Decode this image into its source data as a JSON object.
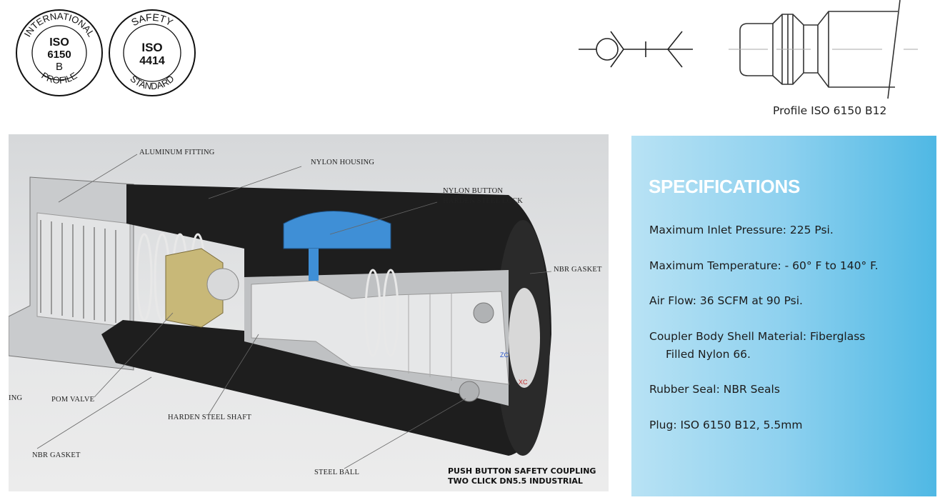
{
  "stamps": [
    {
      "ring_top": "INTERNATIONAL",
      "ring_bottom": "PROFILE",
      "center": [
        "ISO",
        "6150",
        "B"
      ]
    },
    {
      "ring_top": "SAFETY",
      "ring_bottom": "STANDARD",
      "center": [
        "ISO",
        "4414"
      ]
    }
  ],
  "profile": {
    "caption": "Profile ISO 6150 B12"
  },
  "cutaway": {
    "labels": {
      "aluminum_fitting": "ALUMINUM FITTING",
      "nylon_housing": "NYLON HOUSING",
      "nylon_button": "NYLON BUTTON",
      "harden_steel_lock": "HARDEN STEEL LOCK",
      "nbr_gasket_right": "NBR GASKET",
      "ing": "ING",
      "pom_valve": "POM VALVE",
      "harden_steel_shaft": "HARDEN STEEL SHAFT",
      "nbr_gasket_left": "NBR GASKET",
      "steel_ball": "STEEL BALL"
    },
    "caption_line1": "PUSH BUTTON SAFETY COUPLING",
    "caption_line2": "TWO CLICK DN5.5 INDUSTRIAL",
    "colors": {
      "housing": "#1e1e1e",
      "button": "#3f8fd6",
      "metal": "#c9cbcd"
    }
  },
  "specs": {
    "title": "SPECIFICATIONS",
    "items": [
      "Maximum Inlet Pressure: 225 Psi.",
      "Maximum Temperature: - 60° F to 140° F.",
      "Air Flow: 36 SCFM at 90 Psi.",
      "Coupler Body Shell Material: Fiberglass",
      "Filled Nylon 66.",
      "Rubber Seal: NBR Seals",
      "Plug: ISO 6150 B12, 5.5mm"
    ],
    "colors": {
      "gradient_start": "#b8e2f4",
      "gradient_end": "#4fb8e4",
      "title": "#ffffff"
    }
  }
}
